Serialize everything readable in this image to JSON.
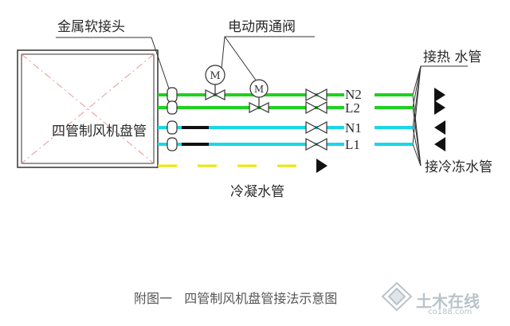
{
  "labels": {
    "metal_hose": "金属软接头",
    "motor_valve": "电动两通阀",
    "fan_coil": "四管制风机盘管",
    "hot_water": "接热 水管",
    "chilled_water": "接冷冻水管",
    "condensate": "冷凝水管",
    "caption": "附图一   四管制风机盘管接法示意图"
  },
  "pipes": [
    {
      "id": "N2",
      "label": "N2",
      "color": "#1fd11f",
      "arrow": "right"
    },
    {
      "id": "L2",
      "label": "L2",
      "color": "#1fd11f",
      "arrow": "right"
    },
    {
      "id": "N1",
      "label": "N1",
      "color": "#19d7e6",
      "arrow": "left"
    },
    {
      "id": "L1",
      "label": "L1",
      "color": "#19d7e6",
      "arrow": "left"
    }
  ],
  "valve_motor_symbol": "M",
  "colors": {
    "line": "#333333",
    "hot": "#1fd11f",
    "cold": "#19d7e6",
    "condensate": "#e8e800",
    "watermark": "#b9c3c9"
  },
  "watermark": {
    "brand": "土木在线",
    "site": "co188.com"
  }
}
